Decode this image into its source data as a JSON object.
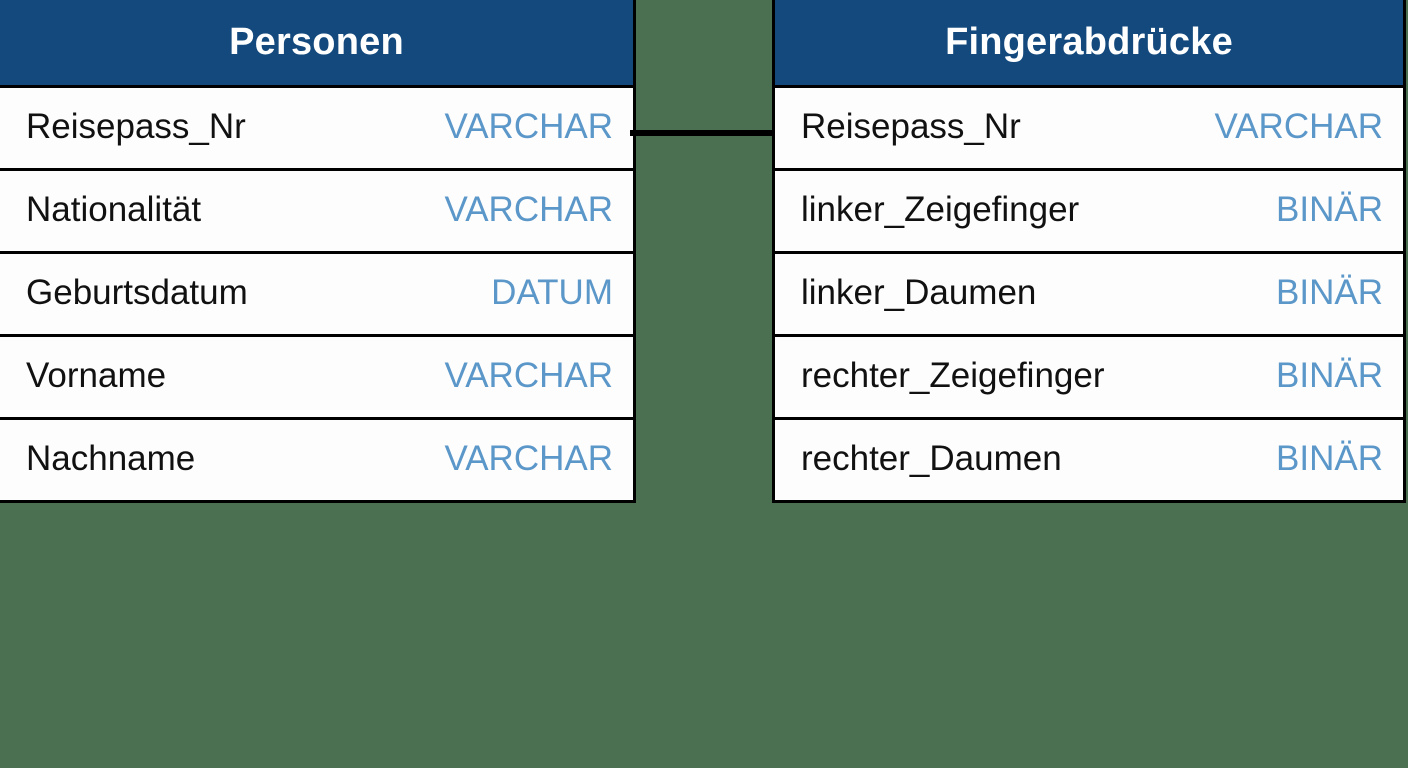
{
  "diagram": {
    "type": "entity-relationship-diagram",
    "background_color": "#4a7051",
    "header_color": "#14497d",
    "datatype_color": "#5b97c9",
    "border_color": "#000000",
    "cell_background": "#ffffff"
  },
  "entities": [
    {
      "id": "personen",
      "title": "Personen",
      "attributes": [
        {
          "name": "Reisepass_Nr",
          "type": "VARCHAR"
        },
        {
          "name": "Nationalität",
          "type": "VARCHAR"
        },
        {
          "name": "Geburtsdatum",
          "type": "DATUM"
        },
        {
          "name": "Vorname",
          "type": "VARCHAR"
        },
        {
          "name": "Nachname",
          "type": "VARCHAR"
        }
      ]
    },
    {
      "id": "fingerabdruecke",
      "title": "Fingerabdrücke",
      "attributes": [
        {
          "name": "Reisepass_Nr",
          "type": "VARCHAR"
        },
        {
          "name": "linker_Zeigefinger",
          "type": "BINÄR"
        },
        {
          "name": "linker_Daumen",
          "type": "BINÄR"
        },
        {
          "name": "rechter_Zeigefinger",
          "type": "BINÄR"
        },
        {
          "name": "rechter_Daumen",
          "type": "BINÄR"
        }
      ]
    }
  ],
  "relationships": [
    {
      "from_entity": "personen",
      "from_attribute": "Reisepass_Nr",
      "to_entity": "fingerabdruecke",
      "to_attribute": "Reisepass_Nr"
    }
  ]
}
